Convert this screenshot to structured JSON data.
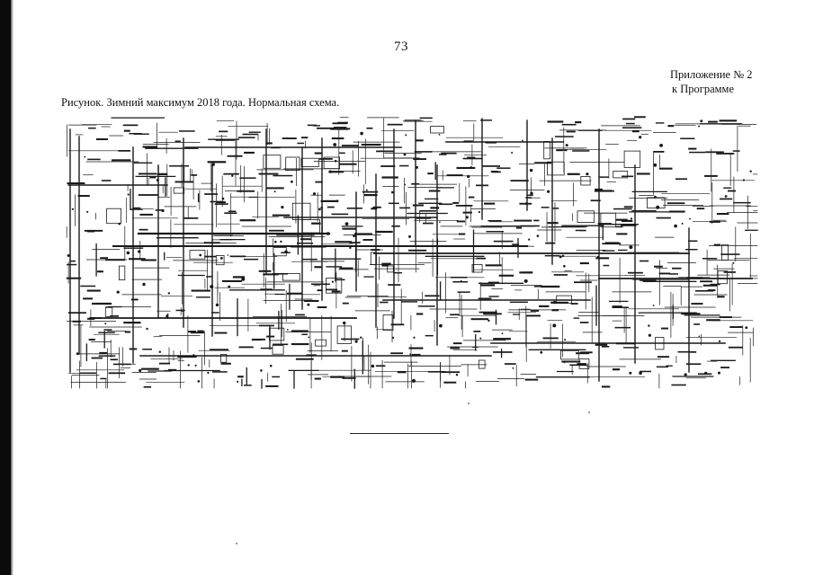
{
  "page": {
    "number": "73",
    "appendix_line1": "Приложение № 2",
    "appendix_line2": "к Программе",
    "caption": "Рисунок.  Зимний максимум 2018 года. Нормальная схема."
  },
  "diagram": {
    "type": "power-grid-single-line-schematic"
  }
}
